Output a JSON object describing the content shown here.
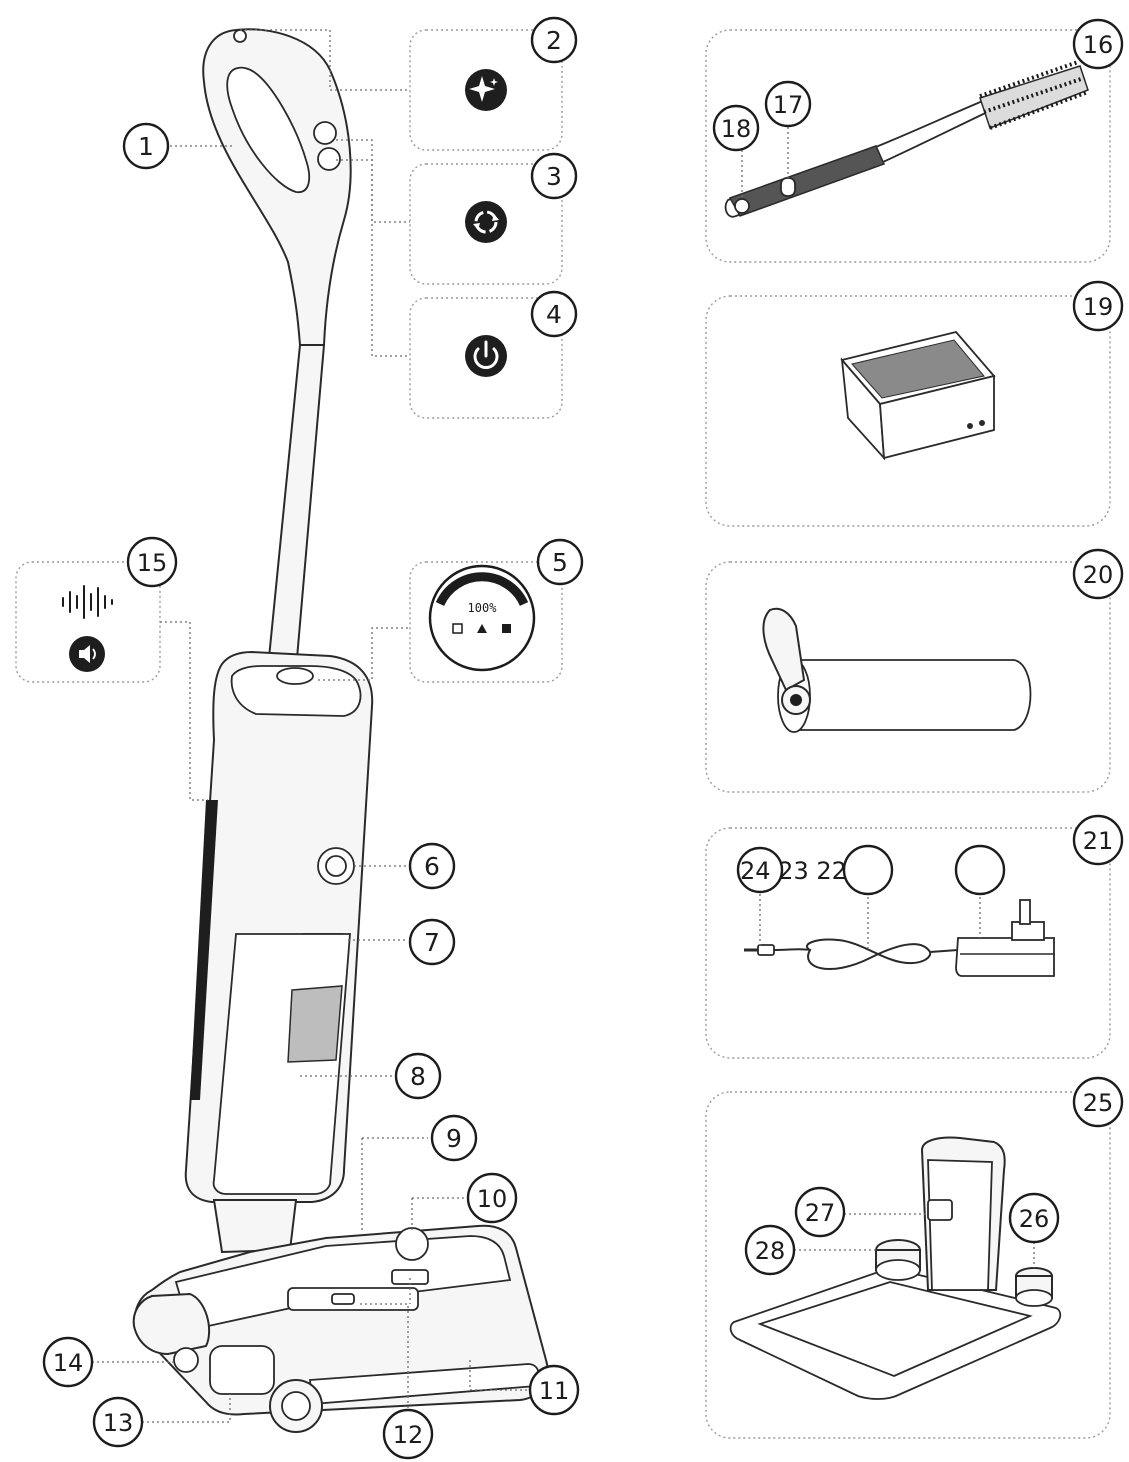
{
  "callouts": {
    "c1": "1",
    "c2": "2",
    "c3": "3",
    "c4": "4",
    "c5": "5",
    "c6": "6",
    "c7": "7",
    "c8": "8",
    "c9": "9",
    "c10": "10",
    "c11": "11",
    "c12": "12",
    "c13": "13",
    "c14": "14",
    "c15": "15",
    "c16": "16",
    "c17": "17",
    "c18": "18",
    "c19": "19",
    "c20": "20",
    "c21": "21",
    "c22": "24 23 22",
    "c25": "25",
    "c26": "26",
    "c27": "27",
    "c28": "28"
  },
  "display": {
    "battery": "100%"
  },
  "icons": {
    "sparkle": "sparkle-icon",
    "cycle": "self-clean-cycle-icon",
    "power": "power-icon",
    "voice": "voice-wave-icon",
    "speaker": "speaker-icon"
  },
  "colors": {
    "ink": "#1c1c1c",
    "panel_border": "#9a9a9a",
    "fill": "#f6f6f6"
  }
}
